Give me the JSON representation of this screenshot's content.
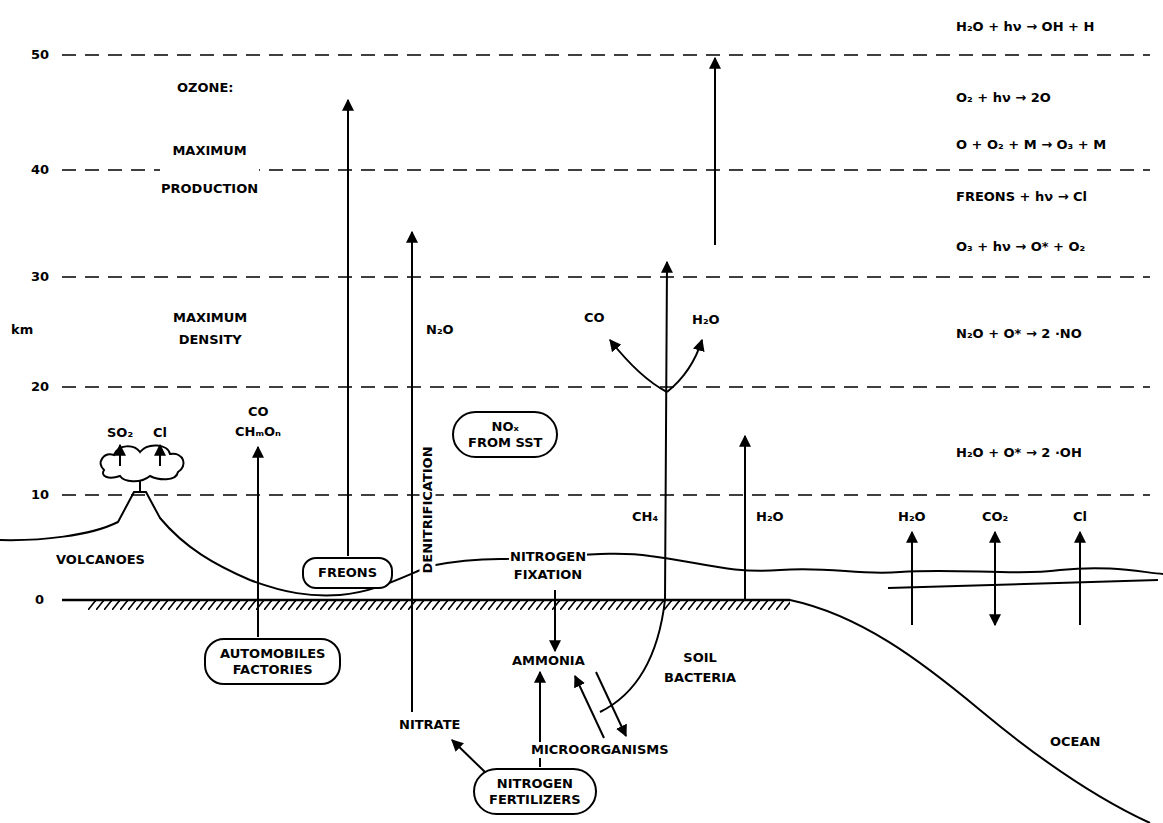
{
  "diagram": {
    "nodes": [
      {
        "text": [
          "NOₓ FROM SST"
        ]
      },
      {
        "text": [
          "FREONS"
        ]
      },
      {
        "text": [
          "AUTOMOBILES FACTORIES"
        ]
      },
      {
        "text": [
          "NITROGEN FERTILIZERS"
        ]
      }
    ],
    "labels": [
      "50",
      "40",
      "30",
      "20",
      "10",
      "0",
      "km",
      "OZONE:",
      "MAXIMUM PRODUCTION",
      "MAXIMUM DENSITY",
      "SO₂",
      "Cl",
      "CO",
      "CHₘOₙ",
      "VOLCANOES",
      "N₂O",
      "DENITRIFICATION",
      "NITROGEN FIXATION",
      "CO",
      "H₂O",
      "CH₄",
      "H₂O",
      "H₂O",
      "CO₂",
      "Cl",
      "AMMONIA",
      "SOIL BACTERIA",
      "NITRATE",
      "MICROORGANISMS",
      "OCEAN",
      "H₂O + hν → OH + H",
      "O₂ + hν → 2O",
      "O + O₂ + M → O₃ + M",
      "FREONS + hν → Cl",
      "O₃ + hν → O* + O₂",
      "N₂O + O* → 2 ·NO",
      "H₂O + O* → 2 ·OH"
    ]
  }
}
